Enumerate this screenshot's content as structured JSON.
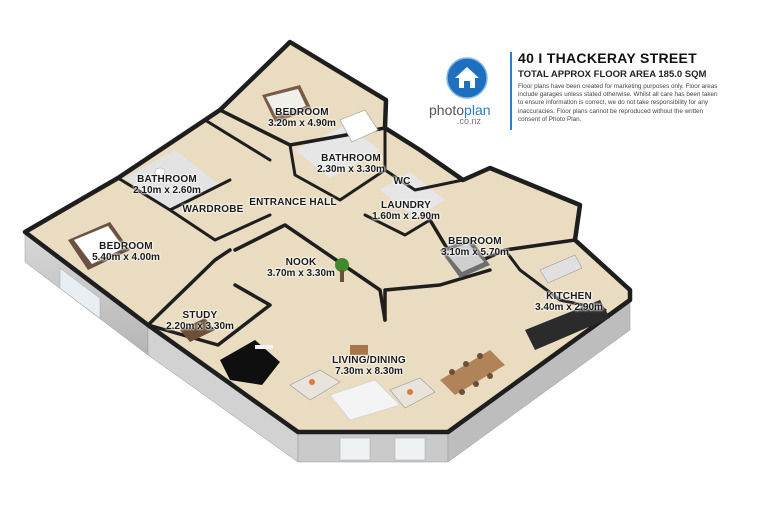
{
  "header": {
    "address": "40 I THACKERAY STREET",
    "floor_area": "TOTAL APPROX FLOOR AREA 185.0 SQM",
    "disclaimer": "Floor plans have been created for marketing purposes only. Floor areas include garages unless stated otherwise. Whilst all care has been taken to ensure information is correct, we do not take responsibility for any inaccuracies. Floor plans cannot be reproduced without the written consent of Photo Plan."
  },
  "logo": {
    "word_main": "photo",
    "word_accent": "plan",
    "domain": ".co.nz",
    "icon": "house-icon"
  },
  "rooms": {
    "bedroom_top": {
      "name": "BEDROOM",
      "dims": "3.20m x 4.90m"
    },
    "bathroom_center": {
      "name": "BATHROOM",
      "dims": "2.30m x 3.30m"
    },
    "bathroom_left": {
      "name": "BATHROOM",
      "dims": "2.10m x 2.60m"
    },
    "wardrobe": {
      "name": "WARDROBE"
    },
    "entrance_hall": {
      "name": "ENTRANCE HALL"
    },
    "wc": {
      "name": "WC"
    },
    "laundry": {
      "name": "LAUNDRY",
      "dims": "1.60m x 2.90m"
    },
    "bedroom_right": {
      "name": "BEDROOM",
      "dims": "3.10m x 5.70m"
    },
    "bedroom_left": {
      "name": "BEDROOM",
      "dims": "5.40m x 4.00m"
    },
    "nook": {
      "name": "NOOK",
      "dims": "3.70m x 3.30m"
    },
    "kitchen": {
      "name": "KITCHEN",
      "dims": "3.40m x 2.90m"
    },
    "study": {
      "name": "STUDY",
      "dims": "2.20m x 3.30m"
    },
    "living": {
      "name": "LIVING/DINING",
      "dims": "7.30m x 8.30m"
    }
  },
  "colors": {
    "floor": "#e9dcc0",
    "wall_top": "#1e1e1e",
    "wall_face": "#c9c9c9",
    "brand_blue": "#2a7fd1"
  }
}
